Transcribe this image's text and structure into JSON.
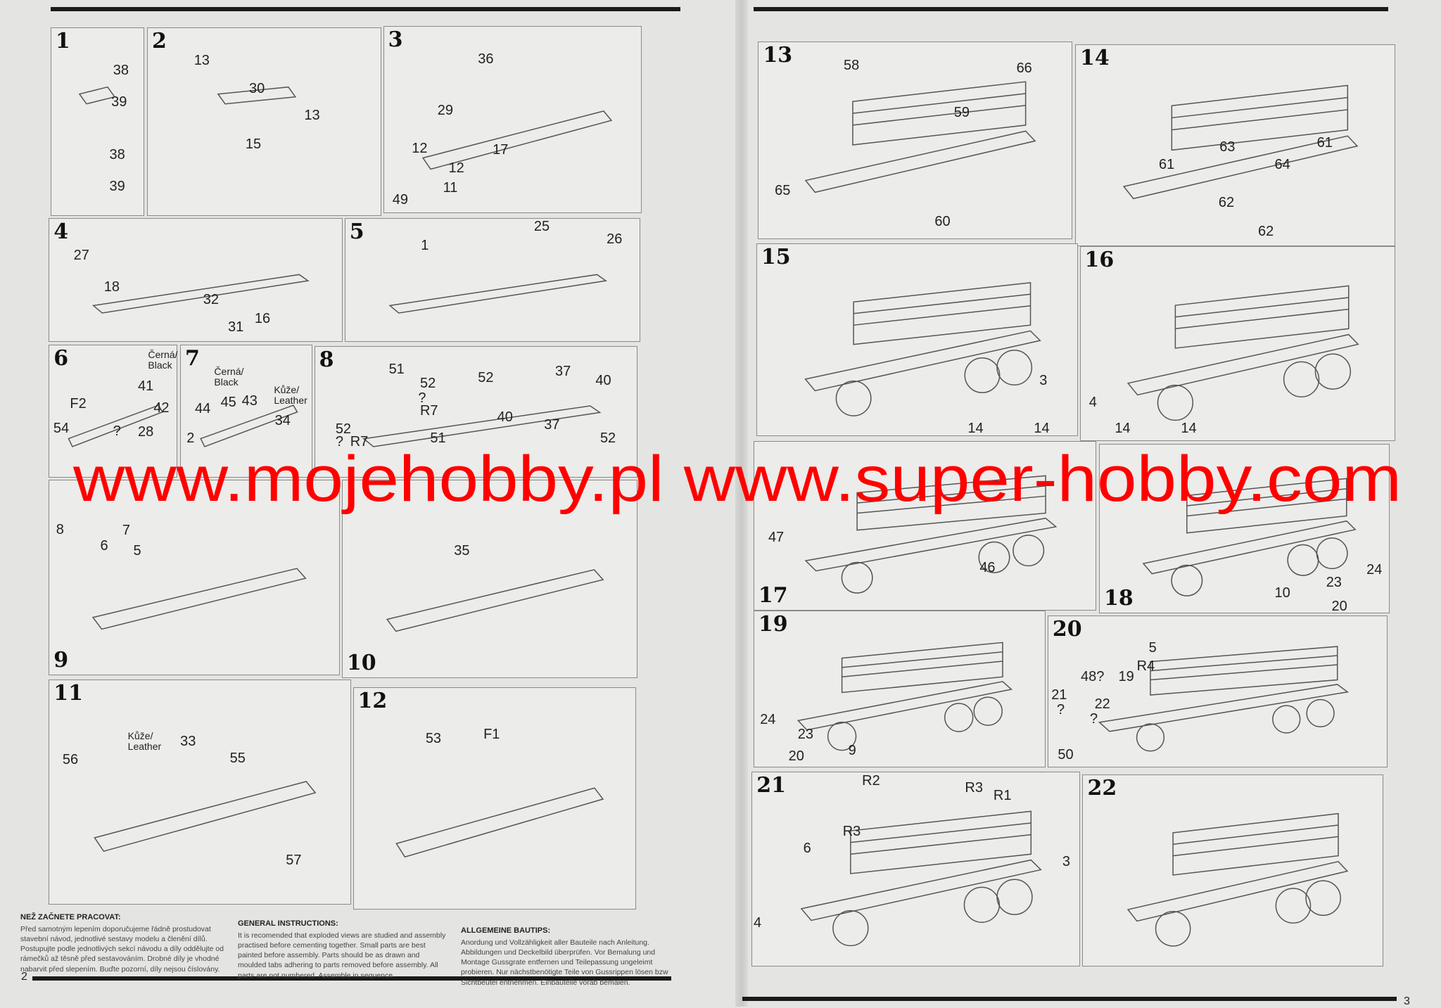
{
  "steps": [
    {
      "number": "1",
      "labels": [
        "38",
        "39",
        "38",
        "39"
      ]
    },
    {
      "number": "2",
      "labels": [
        "13",
        "30",
        "13",
        "15"
      ]
    },
    {
      "number": "3",
      "labels": [
        "36",
        "29",
        "12",
        "12",
        "17",
        "49",
        "11"
      ]
    },
    {
      "number": "4",
      "labels": [
        "27",
        "18",
        "32",
        "16",
        "31"
      ]
    },
    {
      "number": "5",
      "labels": [
        "1",
        "25",
        "26"
      ]
    },
    {
      "number": "6",
      "labels": [
        "Černá/\nBlack",
        "41",
        "42",
        "F2",
        "54",
        "28",
        "?"
      ]
    },
    {
      "number": "7",
      "labels": [
        "Černá/\nBlack",
        "45",
        "43",
        "44",
        "Kůže/\nLeather",
        "34",
        "2"
      ]
    },
    {
      "number": "8",
      "labels": [
        "51",
        "52",
        "?",
        "R7",
        "52",
        "37",
        "40",
        "52",
        "?",
        "R7",
        "51",
        "40",
        "37",
        "52"
      ]
    },
    {
      "number": "9",
      "labels": [
        "7",
        "8",
        "6",
        "5"
      ]
    },
    {
      "number": "10",
      "labels": [
        "35"
      ]
    },
    {
      "number": "11",
      "labels": [
        "Kůže/\nLeather",
        "33",
        "55",
        "56",
        "57"
      ]
    },
    {
      "number": "12",
      "labels": [
        "53",
        "F1"
      ]
    },
    {
      "number": "13",
      "labels": [
        "58",
        "66",
        "59",
        "65",
        "60"
      ]
    },
    {
      "number": "14",
      "labels": [
        "63",
        "61",
        "61",
        "64",
        "62",
        "62"
      ]
    },
    {
      "number": "15",
      "labels": [
        "3",
        "14",
        "14"
      ]
    },
    {
      "number": "16",
      "labels": [
        "4",
        "14",
        "14"
      ]
    },
    {
      "number": "17",
      "labels": [
        "47",
        "46"
      ]
    },
    {
      "number": "18",
      "labels": [
        "24",
        "23",
        "10",
        "20"
      ]
    },
    {
      "number": "19",
      "labels": [
        "24",
        "23",
        "20",
        "9"
      ]
    },
    {
      "number": "20",
      "labels": [
        "48?",
        "19",
        "R4",
        "5",
        "21",
        "?",
        "22",
        "?",
        "50"
      ]
    },
    {
      "number": "21",
      "labels": [
        "R2",
        "R3",
        "R1",
        "R3",
        "6",
        "3",
        "4"
      ]
    },
    {
      "number": "22",
      "labels": []
    }
  ],
  "instructions": {
    "czech": {
      "title": "NEŽ ZAČNETE PRACOVAT:",
      "text": "Před samotným lepením doporučujeme řádně prostudovat stavební návod, jednotlivé sestavy modelu a členění dílů. Postupujte podle jednotlivých sekcí návodu a díly oddělujte od rámečků až těsně před sestavováním. Drobné díly je vhodné nabarvit před slepením. Buďte pozorní, díly nejsou číslovány."
    },
    "english": {
      "title": "GENERAL INSTRUCTIONS:",
      "text": "It is recomended that exploded views are studied and assembly practised before cementing together. Small parts are best painted before assembly. Parts should be as drawn and moulded tabs adhering to parts removed before assembly. All parts are not numbered. Assemble in sequence."
    },
    "german": {
      "title": "ALLGEMEINE BAUTIPS:",
      "text": "Anordung und Vollzähligkeit aller Bauteile nach Anleitung. Abbildungen und Deckelbild überprüfen. Vor Bemalung und Montage Gussgrate entfernen und Teilepassung ungeleimt probieren. Nur nächstbenötigte Teile von Gussrippen lösen bzw Sichtbeutel entnehmen. Einbauteile vorab bemalen."
    }
  },
  "page_numbers": {
    "left": "2",
    "right": "3"
  },
  "watermark": {
    "text": "www.mojehobby.pl www.super-hobby.com",
    "color": "#ff0000"
  }
}
